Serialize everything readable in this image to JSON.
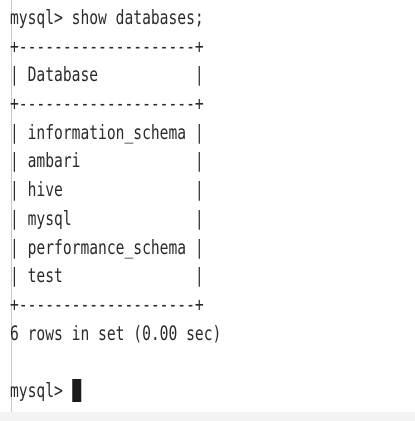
{
  "command_line": "mysql> show databases;",
  "table": {
    "border": "+--------------------+",
    "header": "| Database           |",
    "rows": [
      "| information_schema |",
      "| ambari             |",
      "| hive               |",
      "| mysql              |",
      "| performance_schema |",
      "| test               |"
    ]
  },
  "result_line": "6 rows in set (0.00 sec)",
  "blank_line": "",
  "prompt": "mysql> "
}
